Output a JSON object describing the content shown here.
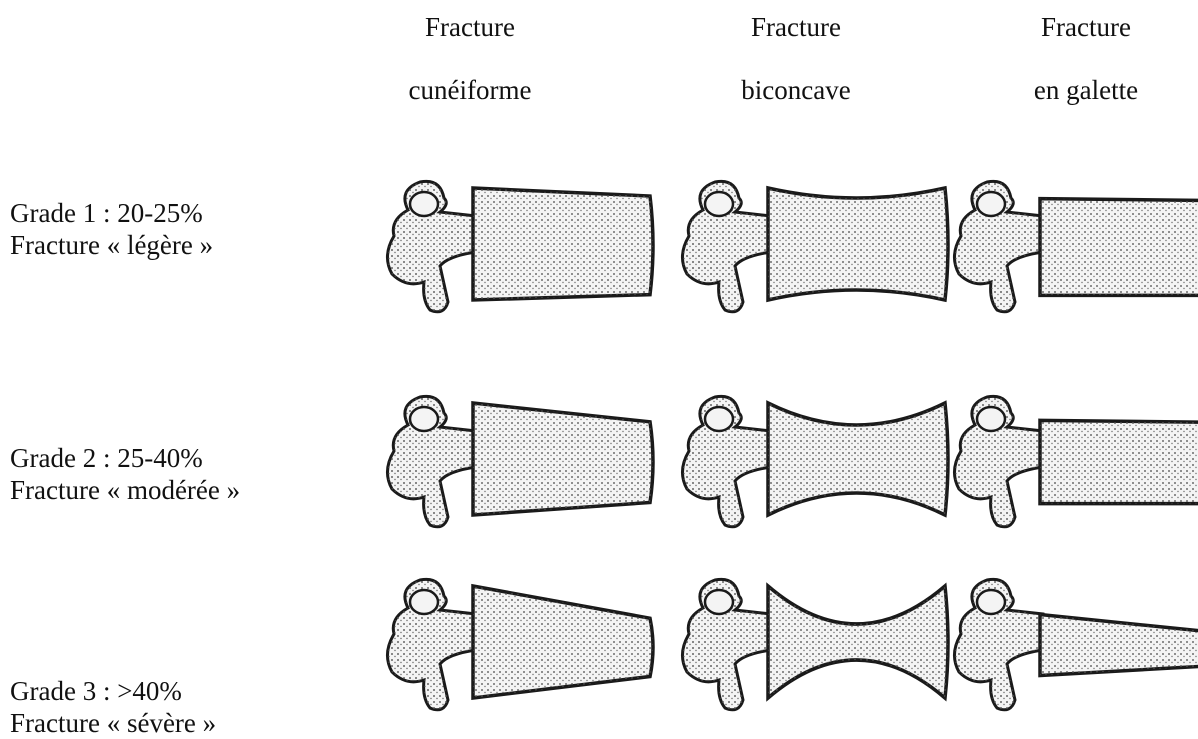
{
  "columns": [
    {
      "line1": "Fracture",
      "line2": "cunéiforme",
      "type": "wedge"
    },
    {
      "line1": "Fracture",
      "line2": "biconcave",
      "type": "biconcave"
    },
    {
      "line1": "Fracture",
      "line2": "en galette",
      "type": "crush"
    }
  ],
  "rows": [
    {
      "grade": "Grade 1 : 20-25%",
      "severity": "Fracture « légère »",
      "level": 1
    },
    {
      "grade": "Grade 2 : 25-40%",
      "severity": "Fracture « modérée »",
      "level": 2
    },
    {
      "grade": "Grade 3 : >40%",
      "severity": "Fracture « sévère »",
      "level": 3
    }
  ],
  "colors": {
    "ink": "#1a1a1a",
    "bone": "#f4f4f4",
    "shade": "#555555"
  }
}
